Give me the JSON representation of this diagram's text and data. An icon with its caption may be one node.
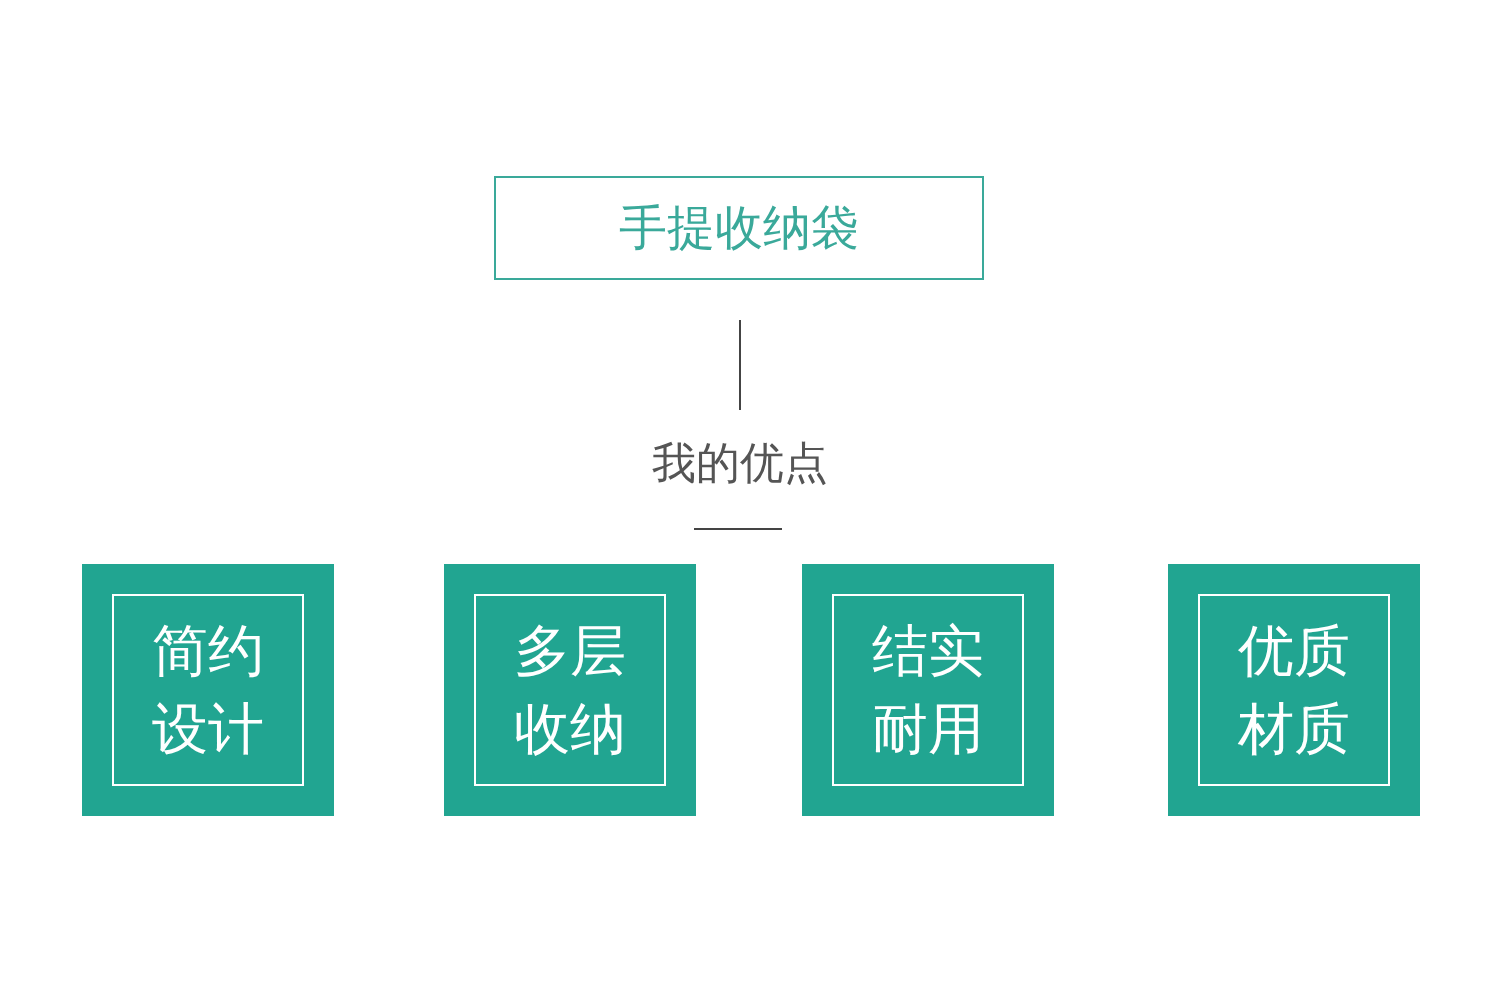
{
  "diagram": {
    "nodes": [
      {
        "text": [
          "手提收纳袋"
        ]
      },
      {
        "text": [],
        "shape": "box"
      },
      {
        "text": [
          "简约设计"
        ],
        "in": 1
      },
      {
        "text": [],
        "shape": "box"
      },
      {
        "text": [
          "多层收纳"
        ],
        "in": 3
      },
      {
        "text": [],
        "shape": "box"
      },
      {
        "text": [
          "结实耐用"
        ],
        "in": 5
      },
      {
        "text": [],
        "shape": "box"
      },
      {
        "text": [
          "优质材质"
        ],
        "in": 7
      }
    ],
    "labels": [
      "我的优点"
    ]
  }
}
